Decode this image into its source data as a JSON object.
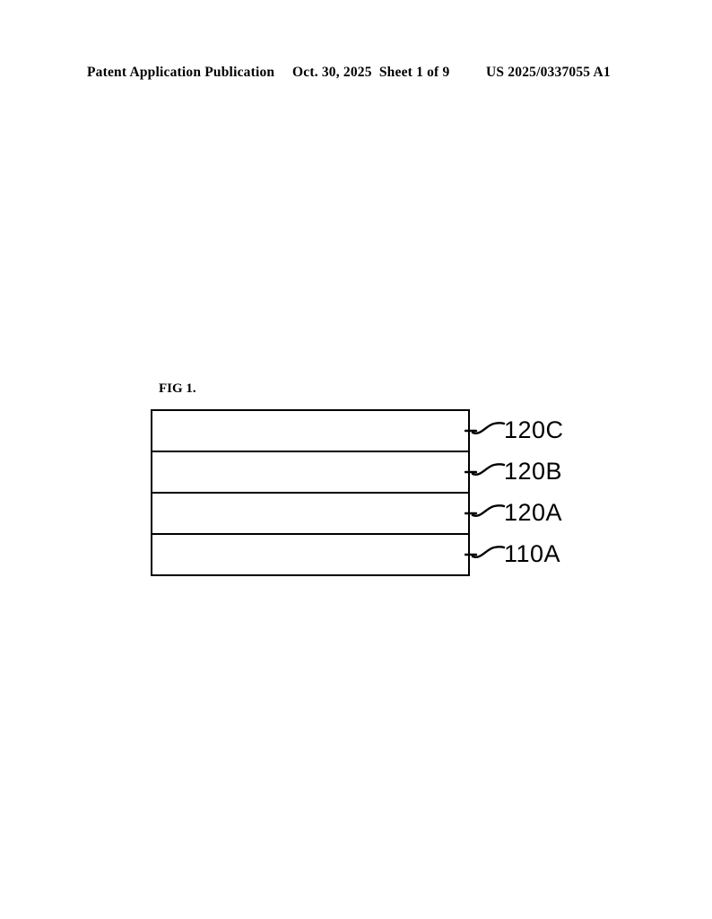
{
  "header": {
    "publication": "Patent Application Publication",
    "date_sheet": "Oct. 30, 2025  Sheet 1 of 9",
    "publication_number": "US 2025/0337055 A1"
  },
  "figure": {
    "caption": "FIG 1.",
    "layers": [
      {
        "ref": "120C"
      },
      {
        "ref": "120B"
      },
      {
        "ref": "120A"
      },
      {
        "ref": "110A"
      }
    ]
  },
  "colors": {
    "ink": "#000000",
    "page": "#ffffff"
  }
}
